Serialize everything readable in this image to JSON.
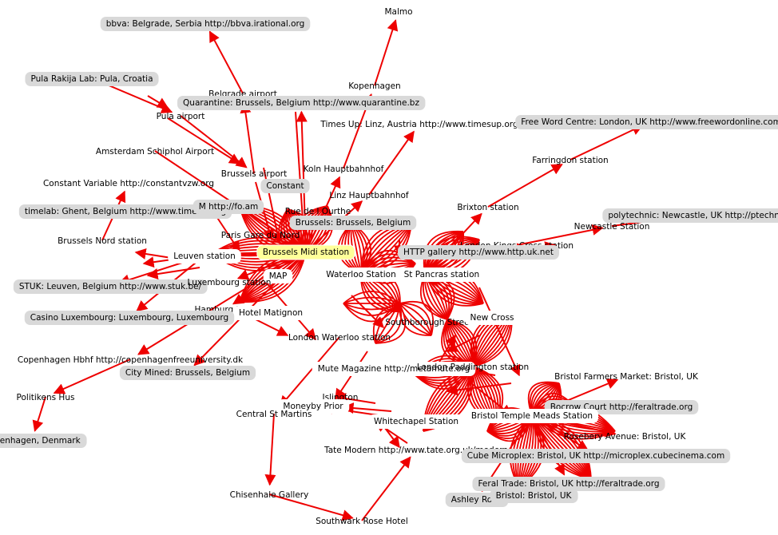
{
  "graph": {
    "accent": "#ee0000",
    "label_bg": "#d9d9d9",
    "highlight": "#ffff99",
    "nodes": [
      {
        "id": "malmo",
        "label": "Malmo",
        "style": "plain"
      },
      {
        "id": "bbva",
        "label": "bbva: Belgrade, Serbia http://bbva.irational.org",
        "style": "grey"
      },
      {
        "id": "pula_rakija",
        "label": "Pula Rakija Lab: Pula, Croatia",
        "style": "grey"
      },
      {
        "id": "kopenhagen",
        "label": "Kopenhagen",
        "style": "plain"
      },
      {
        "id": "belgrade_airport",
        "label": "Belgrade airport",
        "style": "plain"
      },
      {
        "id": "quarantine",
        "label": "Quarantine: Brussels, Belgium http://www.quarantine.bz",
        "style": "grey"
      },
      {
        "id": "pula_airport",
        "label": "Pula airport",
        "style": "plain"
      },
      {
        "id": "times_up",
        "label": "Times Up: Linz, Austria http://www.timesup.org",
        "style": "plain"
      },
      {
        "id": "free_word",
        "label": "Free Word Centre: London, UK http://www.freewordonline.com",
        "style": "grey"
      },
      {
        "id": "schiphol",
        "label": "Amsterdam Schiphol Airport",
        "style": "plain"
      },
      {
        "id": "farringdon",
        "label": "Farringdon station",
        "style": "plain"
      },
      {
        "id": "koln",
        "label": "Koln Hauptbahnhof",
        "style": "plain"
      },
      {
        "id": "brussels_airport",
        "label": "Brussels airport",
        "style": "plain"
      },
      {
        "id": "constant_variable",
        "label": "Constant Variable http://constantvzw.org",
        "style": "plain"
      },
      {
        "id": "constant",
        "label": "Constant",
        "style": "grey"
      },
      {
        "id": "linz",
        "label": "Linz Hauptbahnhof",
        "style": "plain"
      },
      {
        "id": "timelab",
        "label": "timelab: Ghent, Belgium http://www.timelab.org",
        "style": "grey"
      },
      {
        "id": "fo_am",
        "label": "M http://fo.am",
        "style": "grey"
      },
      {
        "id": "rue_ourthe",
        "label": "Rue de l Ourthe",
        "style": "plain"
      },
      {
        "id": "brixton",
        "label": "Brixton station",
        "style": "plain"
      },
      {
        "id": "brussels_bx",
        "label": "Brussels: Brussels, Belgium",
        "style": "grey"
      },
      {
        "id": "polytechnic",
        "label": "polytechnic: Newcastle, UK http://ptechnic",
        "style": "grey"
      },
      {
        "id": "newcastle",
        "label": "Newcastle Station",
        "style": "plain"
      },
      {
        "id": "paris_nord",
        "label": "Paris Gare du Nord",
        "style": "plain"
      },
      {
        "id": "brussels_nord",
        "label": "Brussels Nord station",
        "style": "plain"
      },
      {
        "id": "kings_cross",
        "label": "London Kings Cross station",
        "style": "plain"
      },
      {
        "id": "brussels_midi",
        "label": "Brussels Midi station",
        "style": "highlight"
      },
      {
        "id": "http_gallery",
        "label": "HTTP gallery http://www.http.uk.net",
        "style": "grey"
      },
      {
        "id": "leuven",
        "label": "Leuven station",
        "style": "white"
      },
      {
        "id": "st_pancras",
        "label": "London St Pancras station",
        "style": "white"
      },
      {
        "id": "waterloo",
        "label": "Waterloo Station",
        "style": "white"
      },
      {
        "id": "map",
        "label": "MAP",
        "style": "white"
      },
      {
        "id": "stuk",
        "label": "STUK: Leuven, Belgium http://www.stuk.be/",
        "style": "grey"
      },
      {
        "id": "luxembourg",
        "label": "Luxembourg station",
        "style": "plain"
      },
      {
        "id": "hamburg",
        "label": "Hamburg Hbhf",
        "style": "plain"
      },
      {
        "id": "hotel_matignon",
        "label": "Hotel Matignon",
        "style": "white"
      },
      {
        "id": "casino",
        "label": "Casino Luxembourg: Luxembourg, Luxembourg",
        "style": "grey"
      },
      {
        "id": "southborough",
        "label": "Southborough Street",
        "style": "plain"
      },
      {
        "id": "new_cross",
        "label": "New Cross",
        "style": "white"
      },
      {
        "id": "london_waterloo",
        "label": "London Waterloo station",
        "style": "plain"
      },
      {
        "id": "copenhagen_hbhf",
        "label": "Copenhagen Hbhf http://copenhagenfreeuniversity.dk",
        "style": "plain"
      },
      {
        "id": "mute",
        "label": "Mute Magazine http://metamute.org",
        "style": "white"
      },
      {
        "id": "paddington",
        "label": "London Paddington station",
        "style": "plain"
      },
      {
        "id": "city_mined",
        "label": "City Mined: Brussels, Belgium",
        "style": "grey"
      },
      {
        "id": "bristol_farmers",
        "label": "Bristol Farmers Market: Bristol, UK",
        "style": "plain"
      },
      {
        "id": "politikens",
        "label": "Politikens Hus",
        "style": "plain"
      },
      {
        "id": "islington",
        "label": "Islington",
        "style": "plain"
      },
      {
        "id": "moneyby",
        "label": "Moneyby Prior",
        "style": "white"
      },
      {
        "id": "bocrow",
        "label": "Bocrow Court http://feraltrade.org",
        "style": "grey"
      },
      {
        "id": "central_st_martins",
        "label": "Central St Martins",
        "style": "plain"
      },
      {
        "id": "whitechapel",
        "label": "Whitechapel Station",
        "style": "white"
      },
      {
        "id": "bristol_tm",
        "label": "Bristol Temple Meads Station",
        "style": "white"
      },
      {
        "id": "rosebery",
        "label": "Rosebery Avenue: Bristol, UK",
        "style": "plain"
      },
      {
        "id": "copenhagen_dk",
        "label": "Copenhagen, Denmark",
        "style": "grey"
      },
      {
        "id": "tate_modern",
        "label": "Tate Modern http://www.tate.org.uk/modern",
        "style": "plain"
      },
      {
        "id": "microplex",
        "label": "Cube Microplex: Bristol, UK http://microplex.cubecinema.com",
        "style": "grey"
      },
      {
        "id": "feral_trade",
        "label": "Feral Trade: Bristol, UK http://feraltrade.org",
        "style": "grey"
      },
      {
        "id": "chisenhale",
        "label": "Chisenhale Gallery",
        "style": "plain"
      },
      {
        "id": "ashley_road",
        "label": "Ashley Road",
        "style": "grey"
      },
      {
        "id": "bristol_bristol",
        "label": "Bristol: Bristol, UK",
        "style": "grey"
      },
      {
        "id": "southwark",
        "label": "Southwark Rose Hotel",
        "style": "plain"
      }
    ],
    "edges": [
      [
        "belgrade_airport",
        "bbva"
      ],
      [
        "brussels_airport",
        "belgrade_airport"
      ],
      [
        "pula_rakija",
        "pula_airport"
      ],
      [
        "pula_airport",
        "brussels_airport"
      ],
      [
        "kopenhagen",
        "malmo"
      ],
      [
        "koln",
        "kopenhagen"
      ],
      [
        "linz",
        "times_up"
      ],
      [
        "brussels_midi",
        "quarantine"
      ],
      [
        "farringdon",
        "free_word"
      ],
      [
        "brixton",
        "farringdon"
      ],
      [
        "schiphol",
        "brussels_midi"
      ],
      [
        "brussels_midi",
        "linz"
      ],
      [
        "brussels_nord",
        "constant_variable"
      ],
      [
        "brussels_midi",
        "koln"
      ],
      [
        "newcastle",
        "polytechnic"
      ],
      [
        "kings_cross",
        "newcastle"
      ],
      [
        "st_pancras",
        "brixton"
      ],
      [
        "brussels_midi",
        "leuven"
      ],
      [
        "leuven",
        "stuk"
      ],
      [
        "leuven",
        "casino"
      ],
      [
        "brussels_midi",
        "luxembourg"
      ],
      [
        "map",
        "hamburg"
      ],
      [
        "brussels_midi",
        "copenhagen_hbhf"
      ],
      [
        "copenhagen_hbhf",
        "politikens"
      ],
      [
        "politikens",
        "copenhagen_dk"
      ],
      [
        "london_waterloo",
        "central_st_martins"
      ],
      [
        "central_st_martins",
        "chisenhale"
      ],
      [
        "chisenhale",
        "southwark"
      ],
      [
        "southwark",
        "tate_modern"
      ],
      [
        "whitechapel",
        "moneyby"
      ],
      [
        "bristol_tm",
        "bristol_farmers"
      ],
      [
        "bristol_tm",
        "bocrow"
      ],
      [
        "bristol_tm",
        "rosebery"
      ],
      [
        "bristol_tm",
        "microplex"
      ],
      [
        "bristol_tm",
        "feral_trade"
      ],
      [
        "bristol_tm",
        "ashley_road"
      ],
      [
        "brussels_midi",
        "city_mined"
      ]
    ]
  }
}
